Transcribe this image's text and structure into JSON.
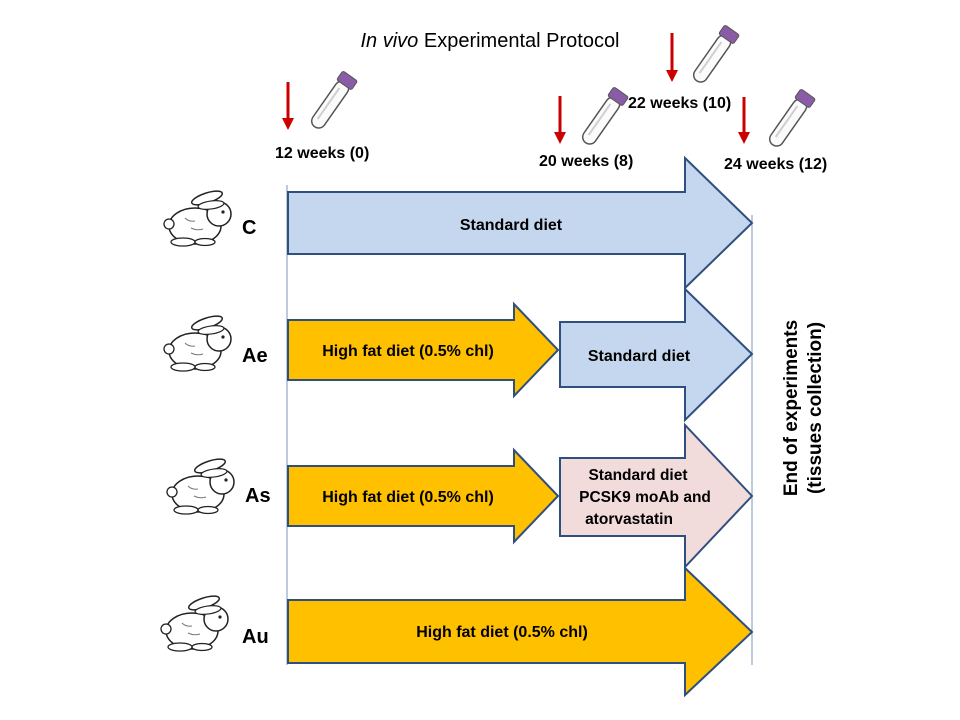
{
  "title": {
    "italic": "In vivo",
    "rest": "Experimental Protocol"
  },
  "timepoints": [
    {
      "label": "12 weeks (0)"
    },
    {
      "label": "20 weeks (8)"
    },
    {
      "label": "22 weeks (10)"
    },
    {
      "label": "24 weeks (12)"
    }
  ],
  "groups": [
    {
      "code": "C",
      "phases": [
        "Standard diet"
      ]
    },
    {
      "code": "Ae",
      "phases": [
        "High fat diet (0.5% chl)",
        "Standard diet"
      ]
    },
    {
      "code": "As",
      "phases": [
        "High fat diet (0.5% chl)",
        "Standard diet",
        "PCSK9 moAb and",
        "atorvastatin"
      ]
    },
    {
      "code": "Au",
      "phases": [
        "High fat diet (0.5% chl)"
      ]
    }
  ],
  "end_label": {
    "line1": "End of experiments",
    "line2": "(tissues collection)"
  },
  "colors": {
    "standard": "#c5d7ee",
    "high_fat": "#ffc000",
    "treatment": "#f2dcdb",
    "outline": "#2f4f7f",
    "marker": "#cc0000",
    "tube_cap": "#8a5ca8"
  }
}
